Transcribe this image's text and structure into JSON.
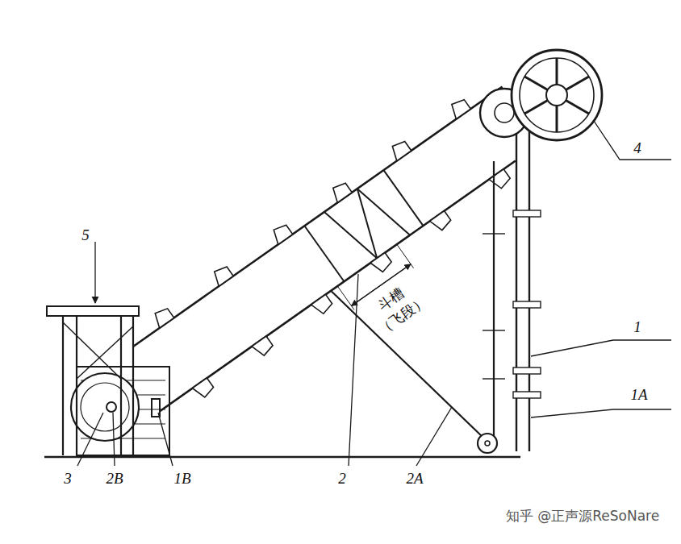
{
  "diagram": {
    "labels": [
      "5",
      "4",
      "1",
      "1A",
      "3",
      "2B",
      "1B",
      "2",
      "2A",
      "斗槽",
      "（飞段）",
      "知乎 @正声源ReSoNare"
    ]
  }
}
